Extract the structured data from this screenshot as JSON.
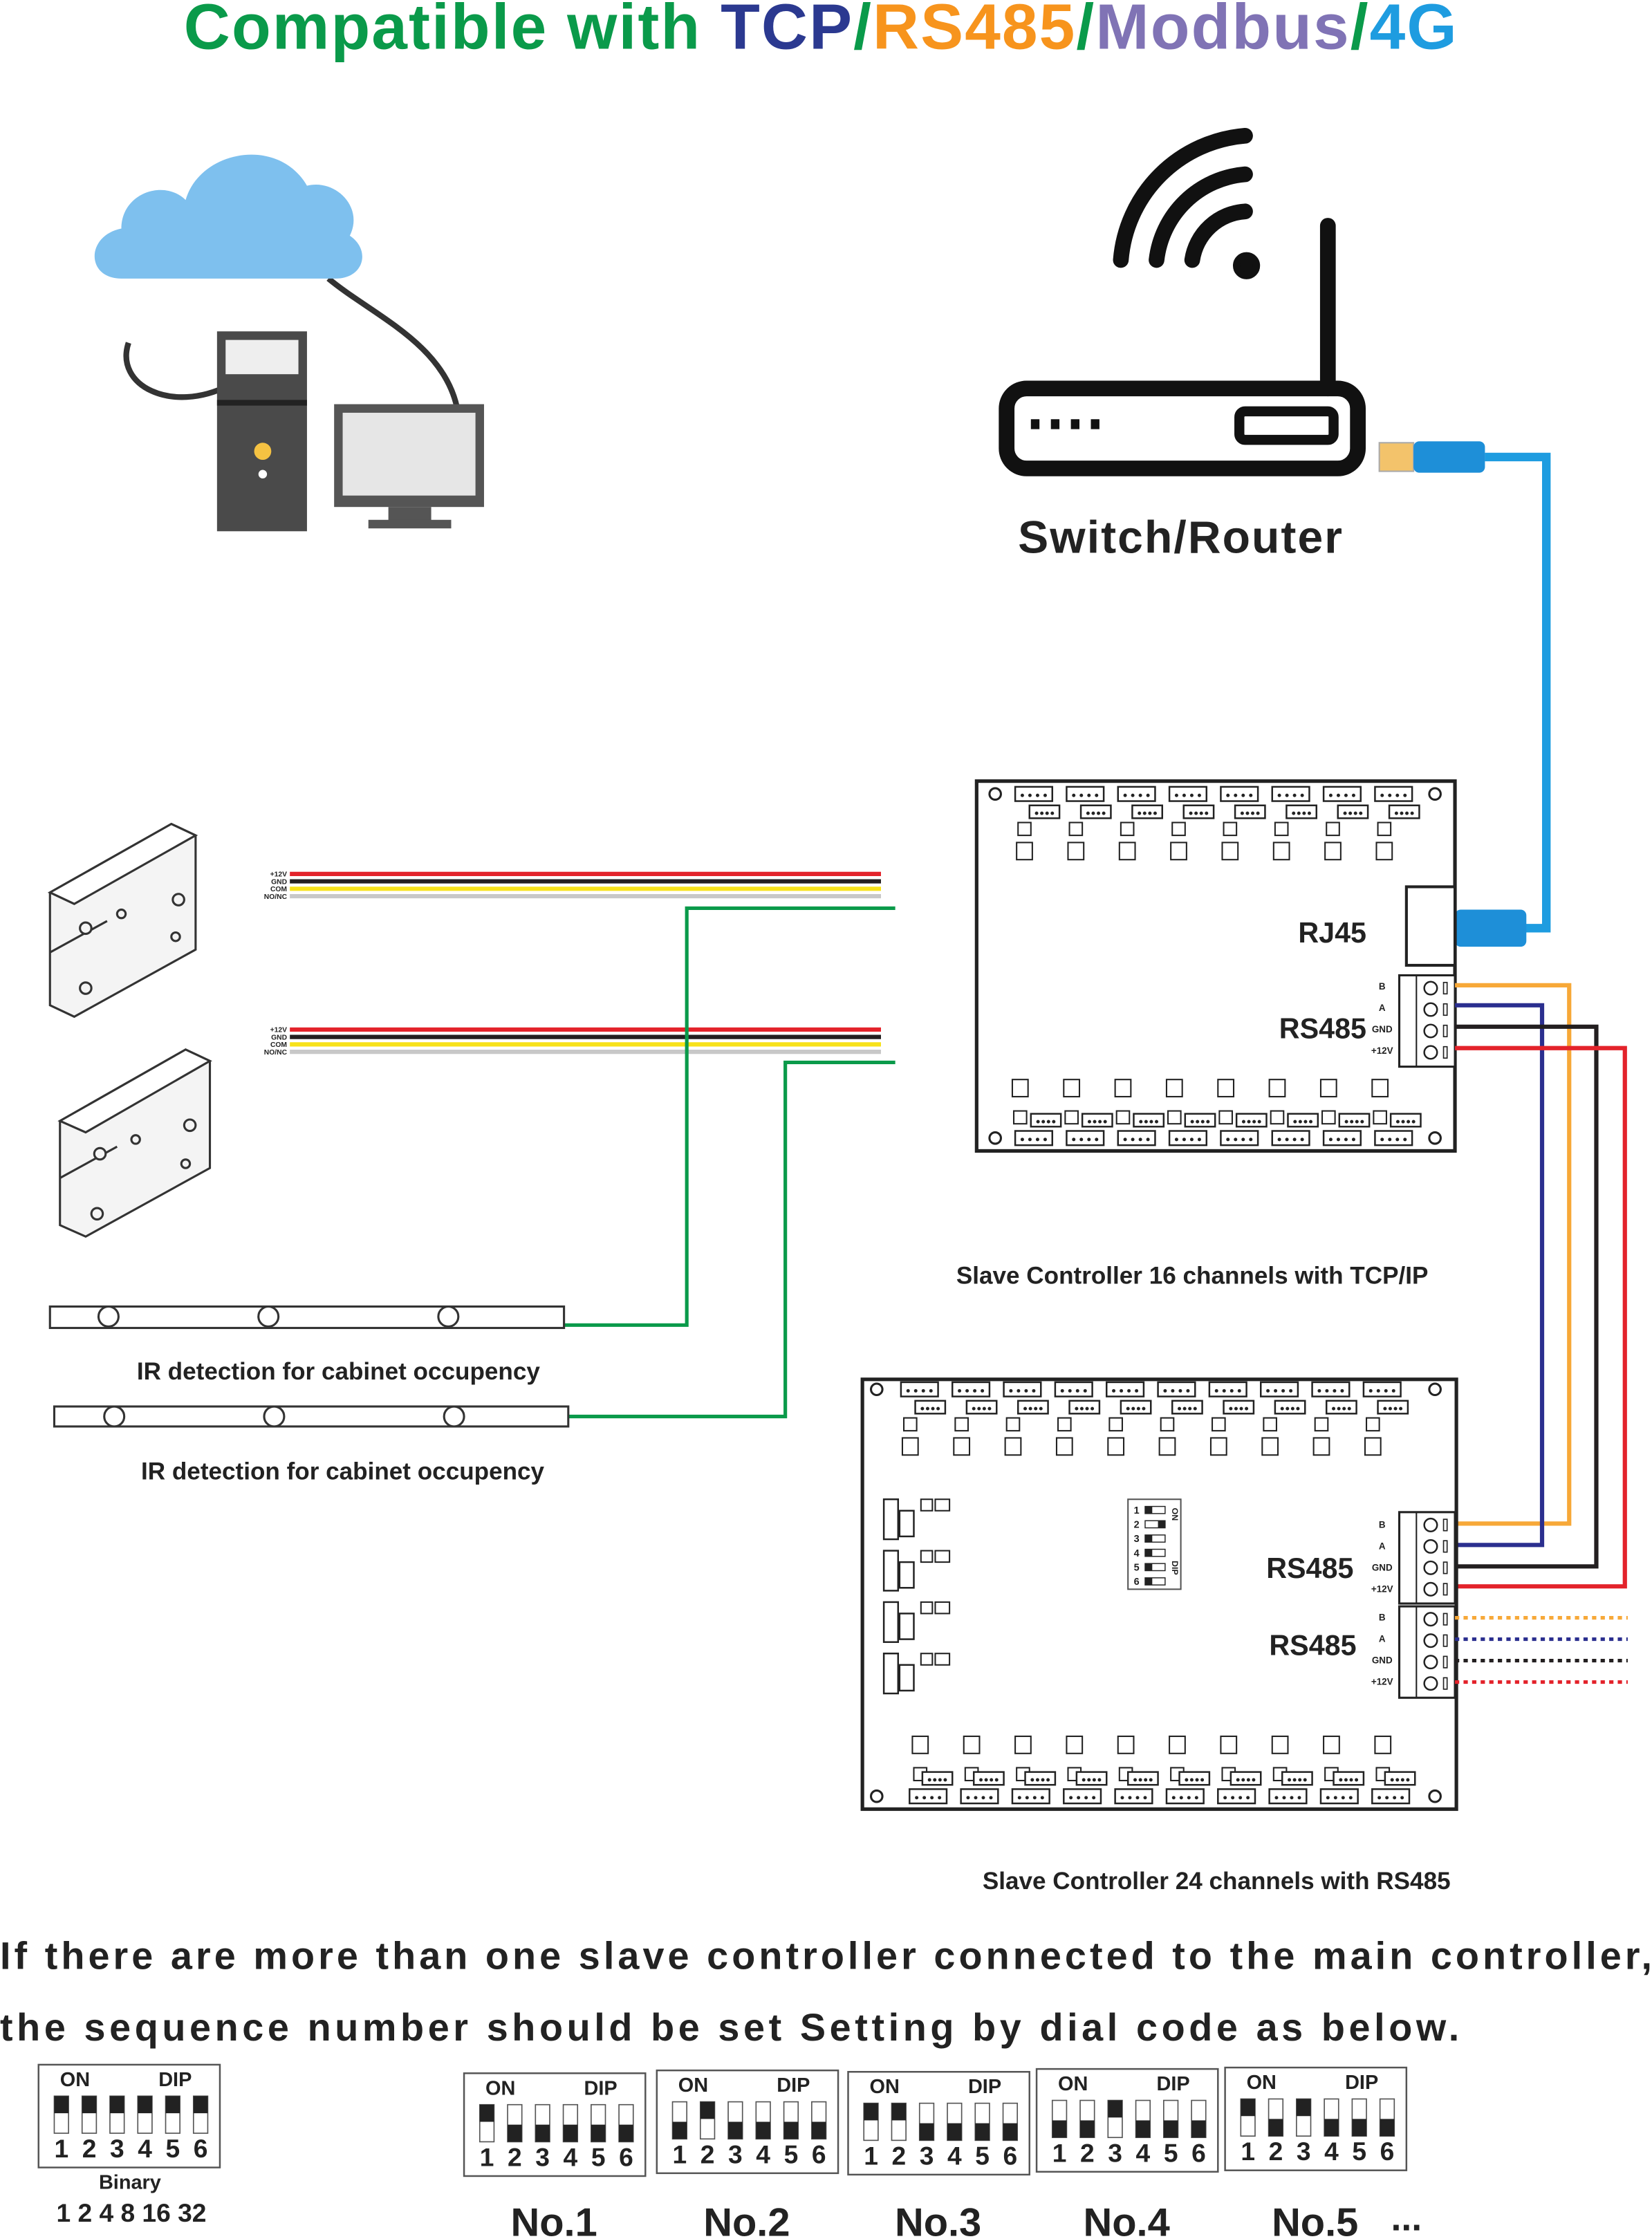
{
  "title": {
    "parts": [
      {
        "text": "Compatible with ",
        "color": "#0a9a4a"
      },
      {
        "text": "TCP",
        "color": "#2b3990"
      },
      {
        "text": "/",
        "color": "#0a9a4a"
      },
      {
        "text": "RS485",
        "color": "#f7941d"
      },
      {
        "text": "/",
        "color": "#0a9a4a"
      },
      {
        "text": "Modbus",
        "color": "#8073b5"
      },
      {
        "text": "/",
        "color": "#0a9a4a"
      },
      {
        "text": "4G",
        "color": "#1e9ce0"
      }
    ]
  },
  "router": {
    "label": "Switch/Router"
  },
  "lock_wire_labels": [
    "+12V",
    "GND",
    "COM",
    "NO/NC"
  ],
  "wire_colors": {
    "red": "#e3232b",
    "black": "#231f20",
    "yellow": "#f7e21a",
    "gray": "#c8c8c8",
    "green": "#0a9a4a",
    "blue": "#1e9ce0",
    "orange": "#f7a838",
    "navy": "#2b2f8f"
  },
  "ir": [
    {
      "label": "IR detection for cabinet occupency"
    },
    {
      "label": "IR detection for cabinet occupency"
    }
  ],
  "board16": {
    "rj45_label": "RJ45",
    "rs485_label": "RS485",
    "terminal_labels": [
      "B",
      "A",
      "GND",
      "+12V"
    ],
    "caption": "Slave Controller 16 channels with TCP/IP"
  },
  "board24": {
    "rs485_label_1": "RS485",
    "rs485_label_2": "RS485",
    "terminal_labels": [
      "B",
      "A",
      "GND",
      "+12V"
    ],
    "dip": {
      "on": "ON",
      "dip": "DIP",
      "numbers": [
        "1",
        "2",
        "3",
        "4",
        "5",
        "6"
      ],
      "on_states": [
        true,
        false,
        true,
        true,
        true,
        true
      ]
    },
    "caption": "Slave Controller 24 channels with RS485"
  },
  "instructions": {
    "line1": "If there are more than one slave controller connected to the main controller,",
    "line2": "the sequence number should be set Setting by dial code as below."
  },
  "dip_key": {
    "on": "ON",
    "dip": "DIP",
    "numbers": [
      "1",
      "2",
      "3",
      "4",
      "5",
      "6"
    ],
    "states_up": [
      true,
      true,
      true,
      true,
      true,
      true
    ],
    "binary_label": "Binary",
    "weights": "1 2 4 8 16 32"
  },
  "dip_examples": [
    {
      "label": "No.1",
      "states_up": [
        true,
        false,
        false,
        false,
        false,
        false
      ]
    },
    {
      "label": "No.2",
      "states_up": [
        false,
        true,
        false,
        false,
        false,
        false
      ]
    },
    {
      "label": "No.3",
      "states_up": [
        true,
        true,
        false,
        false,
        false,
        false
      ]
    },
    {
      "label": "No.4",
      "states_up": [
        false,
        false,
        true,
        false,
        false,
        false
      ]
    },
    {
      "label": "No.5",
      "states_up": [
        true,
        false,
        true,
        false,
        false,
        false
      ]
    }
  ],
  "ellipsis": "..."
}
